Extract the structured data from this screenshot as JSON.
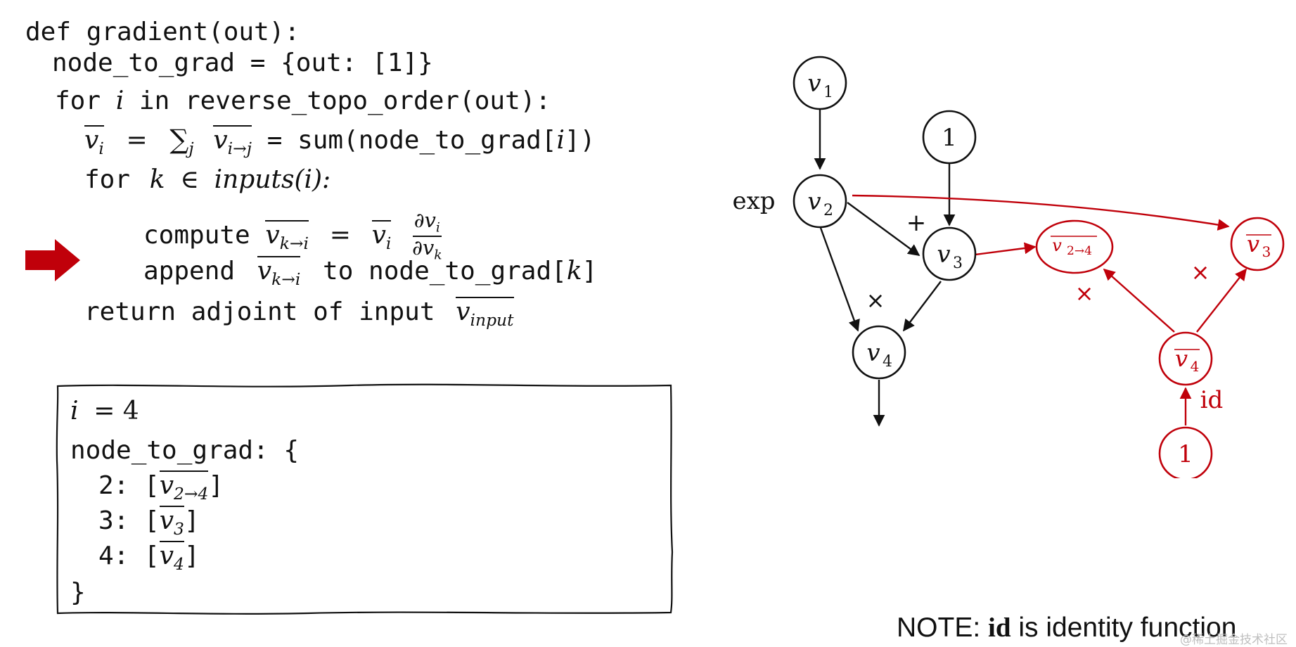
{
  "code": {
    "line1": "def gradient(out):",
    "line2": "node_to_grad = {out:  [1]}",
    "line3_for": "for",
    "line3_i": "i",
    "line3_rest": "in reverse_topo_order(out):",
    "line4_vbar": "v",
    "line4_sub_i": "i",
    "line4_eq": "=",
    "line4_sum": "∑",
    "line4_sub_j": "j",
    "line4_v2": "v",
    "line4_sub_itoj": "i→j",
    "line4_eq2": "=",
    "line4_call": "sum(node_to_grad[",
    "line4_call_i": "i",
    "line4_call_end": "])",
    "line5_for": "for",
    "line5_k": "k",
    "line5_in": "∈",
    "line5_inputs": "inputs(i):",
    "line6_compute": "compute",
    "line6_v": "v",
    "line6_sub": "k→i",
    "line6_eq": "=",
    "line6_vi": "v",
    "line6_vi_sub": "i",
    "line6_num": "∂v",
    "line6_num_sub": "i",
    "line6_den": "∂v",
    "line6_den_sub": "k",
    "line7_append": "append",
    "line7_v": "v",
    "line7_sub": "k→i",
    "line7_to": "to node_to_grad[",
    "line7_k": "k",
    "line7_end": "]",
    "line8_return": "return adjoint of input",
    "line8_v": "v",
    "line8_sub": "input"
  },
  "state": {
    "i_label": "i",
    "i_eq": "= 4",
    "node_to_grad": "node_to_grad: {",
    "entries": [
      {
        "key": "2: [",
        "v": "v",
        "sub": "2→4",
        "end": "]"
      },
      {
        "key": "3: [",
        "v": "v",
        "sub": "3",
        "end": "]"
      },
      {
        "key": "4: [",
        "v": "v",
        "sub": "4",
        "end": "]"
      }
    ],
    "close": "}"
  },
  "graph": {
    "nodes": {
      "v1": {
        "main": "v",
        "sub": "1"
      },
      "one_top": "1",
      "v2": {
        "main": "v",
        "sub": "2"
      },
      "v3": {
        "main": "v",
        "sub": "3"
      },
      "v4": {
        "main": "v",
        "sub": "4"
      },
      "g24": {
        "main": "v",
        "sub": "2→4"
      },
      "g3": {
        "main": "v",
        "sub": "3"
      },
      "g4": {
        "main": "v",
        "sub": "4"
      },
      "one_red": "1"
    },
    "labels": {
      "exp": "exp",
      "plus": "+",
      "times_black": "×",
      "times_red_left": "×",
      "times_red_right": "×",
      "id": "id"
    },
    "colors": {
      "black": "#111111",
      "red": "#c0000a"
    }
  },
  "note": {
    "prefix": "NOTE:",
    "bold": "id",
    "suffix": "is identity function"
  },
  "watermark": "@稀土掘金技术社区"
}
